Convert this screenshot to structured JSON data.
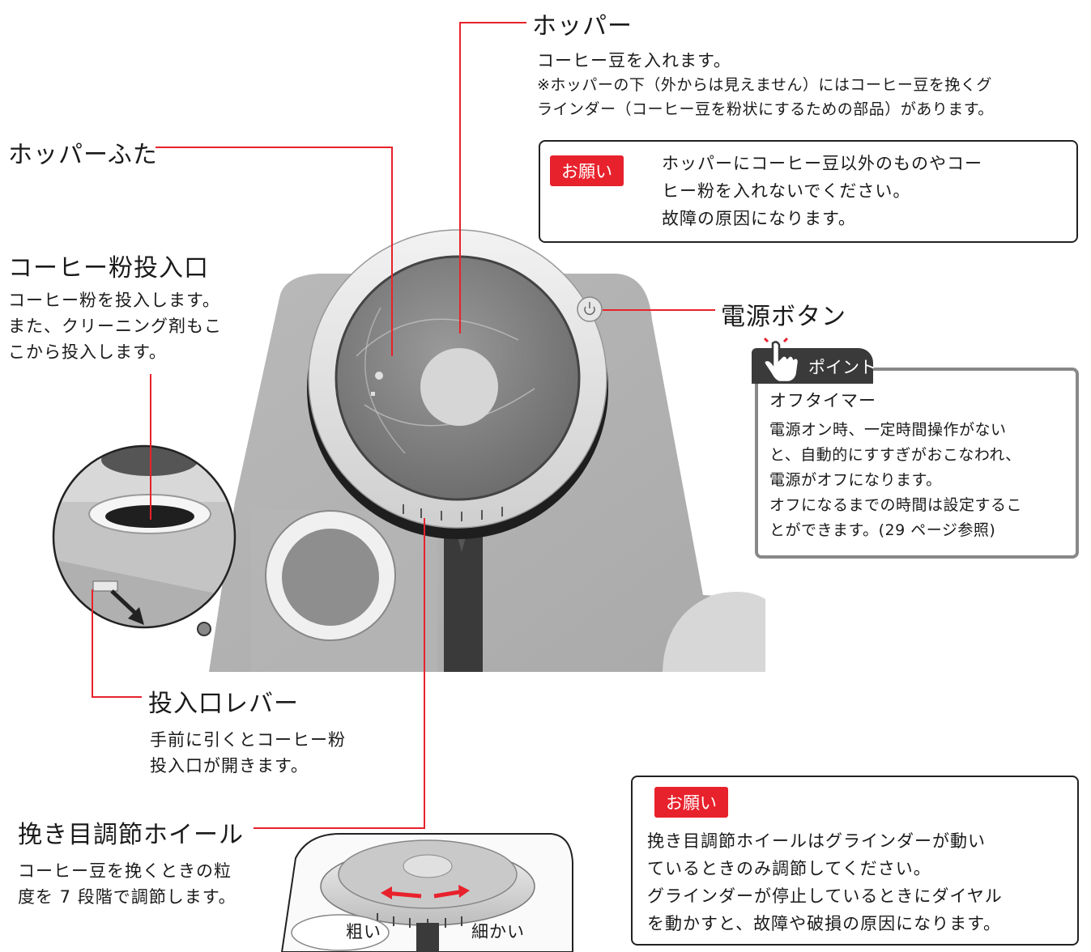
{
  "hopper": {
    "title": "ホッパー",
    "desc": "コーヒー豆を入れます。",
    "note_line1": "※ホッパーの下（外からは見えません）にはコーヒー豆を挽くグ",
    "note_line2": "ラインダー（コーヒー豆を粉状にするための部品）があります。"
  },
  "hopper_caution": {
    "tag": "お願い",
    "line1": "ホッパーにコーヒー豆以外のものやコー",
    "line2": "ヒー粉を入れないでください。",
    "line3": "故障の原因になります。"
  },
  "hopper_lid": {
    "title": "ホッパーふた"
  },
  "powder_inlet": {
    "title": "コーヒー粉投入口",
    "line1": "コーヒー粉を投入します。",
    "line2": "また、クリーニング剤もこ",
    "line3": "こから投入します。"
  },
  "power_button": {
    "title": "電源ボタン"
  },
  "point": {
    "tag": "ポイント",
    "heading": "オフタイマー",
    "line1": "電源オン時、一定時間操作がない",
    "line2": "と、自動的にすすぎがおこなわれ、",
    "line3": "電源がオフになります。",
    "line4": "オフになるまでの時間は設定するこ",
    "line5": "とができます。(29 ページ参照)"
  },
  "inlet_lever": {
    "title": "投入口レバー",
    "line1": "手前に引くとコーヒー粉",
    "line2": "投入口が開きます。"
  },
  "grind_wheel": {
    "title": "挽き目調節ホイール",
    "line1": "コーヒー豆を挽くときの粒",
    "line2": "度を 7 段階で調節します。",
    "coarse": "粗い",
    "fine": "細かい"
  },
  "grind_caution": {
    "tag": "お願い",
    "line1": "挽き目調節ホイールはグラインダーが動い",
    "line2": "ているときのみ調節してください。",
    "line3": "グラインダーが停止しているときにダイヤル",
    "line4": "を動かすと、故障や破損の原因になります。"
  },
  "colors": {
    "leader": "#e8222c",
    "caution": "#e8222c",
    "point": "#3a3a3a"
  }
}
